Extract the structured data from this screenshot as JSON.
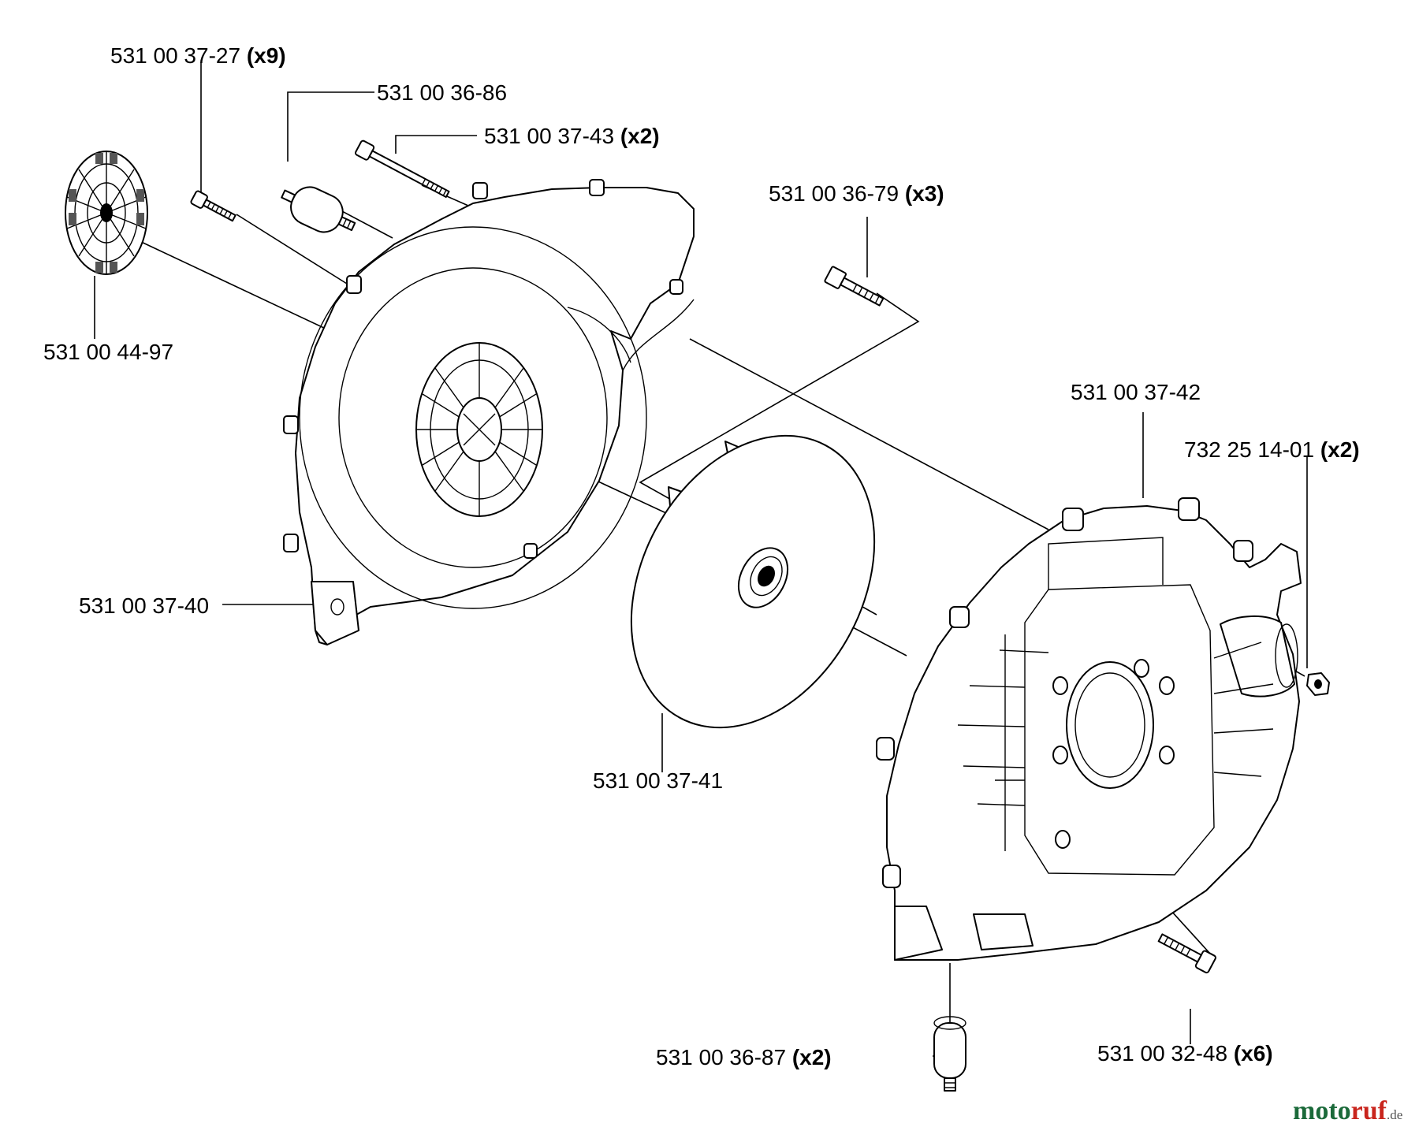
{
  "parts": [
    {
      "id": "p1",
      "number": "531 00 37-27",
      "qty": "(x9)"
    },
    {
      "id": "p2",
      "number": "531 00 36-86",
      "qty": ""
    },
    {
      "id": "p3",
      "number": "531 00 37-43",
      "qty": "(x2)"
    },
    {
      "id": "p4",
      "number": "531 00 36-79",
      "qty": "(x3)"
    },
    {
      "id": "p5",
      "number": "531 00 44-97",
      "qty": ""
    },
    {
      "id": "p6",
      "number": "531 00 37-42",
      "qty": ""
    },
    {
      "id": "p7",
      "number": "732 25 14-01",
      "qty": "(x2)"
    },
    {
      "id": "p8",
      "number": "531 00 37-40",
      "qty": ""
    },
    {
      "id": "p9",
      "number": "531 00 37-41",
      "qty": ""
    },
    {
      "id": "p10",
      "number": "531 00 36-87",
      "qty": "(x2)"
    },
    {
      "id": "p11",
      "number": "531 00 32-48",
      "qty": "(x6)"
    }
  ],
  "watermark": {
    "part1": "moto",
    "part2": "ruf",
    "suffix": ".de"
  }
}
